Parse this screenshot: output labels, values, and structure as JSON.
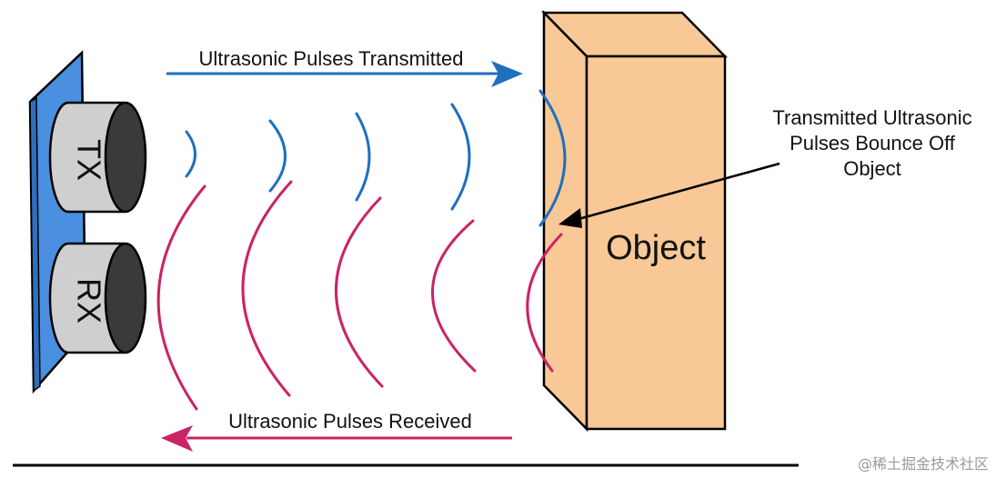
{
  "labels": {
    "transmitted": "Ultrasonic Pulses Transmitted",
    "received": "Ultrasonic Pulses Received",
    "bounce_line1": "Transmitted Ultrasonic",
    "bounce_line2": "Pulses Bounce Off",
    "bounce_line3": "Object",
    "object": "Object",
    "tx": "TX",
    "rx": "RX"
  },
  "watermark": "@稀土掘金技术社区",
  "colors": {
    "sensor_board": "#4a8fe0",
    "transducer_body": "#cfcfcf",
    "transducer_face": "#3a3a3a",
    "object_fill": "#f8c896",
    "transmit_wave": "#1f6fbf",
    "receive_wave": "#cc2266",
    "outline": "#000000"
  }
}
